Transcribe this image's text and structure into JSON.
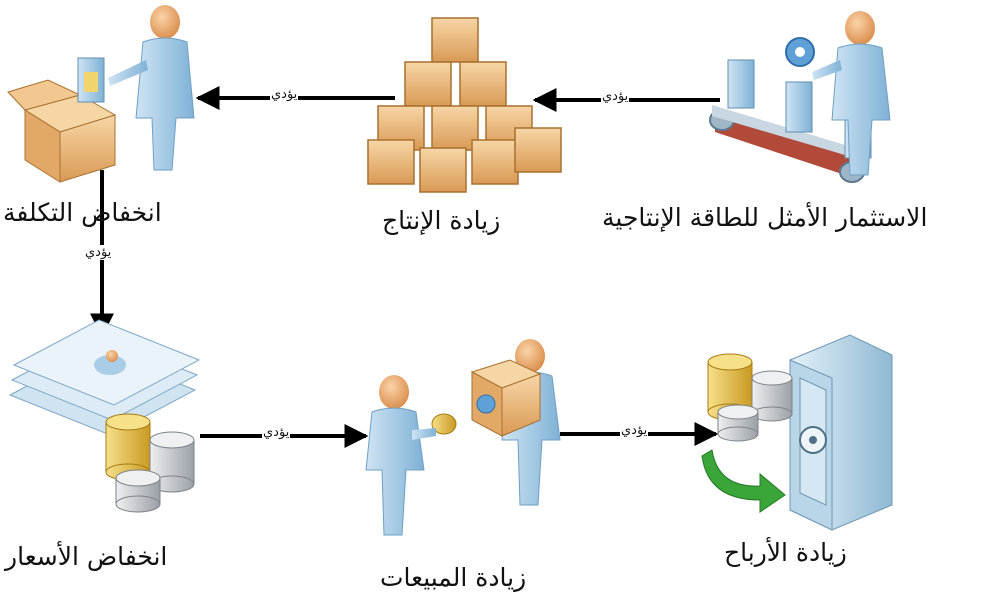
{
  "nodes": {
    "optimal_investment": {
      "label": "الاستثمار الأمثل للطاقة الإنتاجية",
      "icon": "factory-worker-conveyor-icon"
    },
    "increased_production": {
      "label": "زيادة الإنتاج",
      "icon": "stacked-boxes-icon"
    },
    "cost_reduction": {
      "label": "انخفاض التكلفة",
      "icon": "worker-packing-box-icon"
    },
    "price_reduction": {
      "label": "انخفاض الأسعار",
      "icon": "documents-coins-icon"
    },
    "increased_sales": {
      "label": "زيادة المبيعات",
      "icon": "buyer-seller-icon"
    },
    "increased_profits": {
      "label": "زيادة الأرباح",
      "icon": "coins-safe-icon"
    }
  },
  "edges": [
    {
      "from": "optimal_investment",
      "to": "increased_production",
      "label": "يؤدي"
    },
    {
      "from": "increased_production",
      "to": "cost_reduction",
      "label": "يؤدي"
    },
    {
      "from": "cost_reduction",
      "to": "price_reduction",
      "label": "يؤدي"
    },
    {
      "from": "price_reduction",
      "to": "increased_sales",
      "label": "يؤدي"
    },
    {
      "from": "increased_sales",
      "to": "increased_profits",
      "label": "يؤدي"
    }
  ],
  "colors": {
    "figure_body": "#a9cde6",
    "figure_skin": "#f0b27a",
    "box": "#f2c48d",
    "coin_gold": "#e9c24c",
    "coin_silver": "#c9cccf",
    "arrow": "#000000",
    "green_arrow": "#3aa63a"
  }
}
